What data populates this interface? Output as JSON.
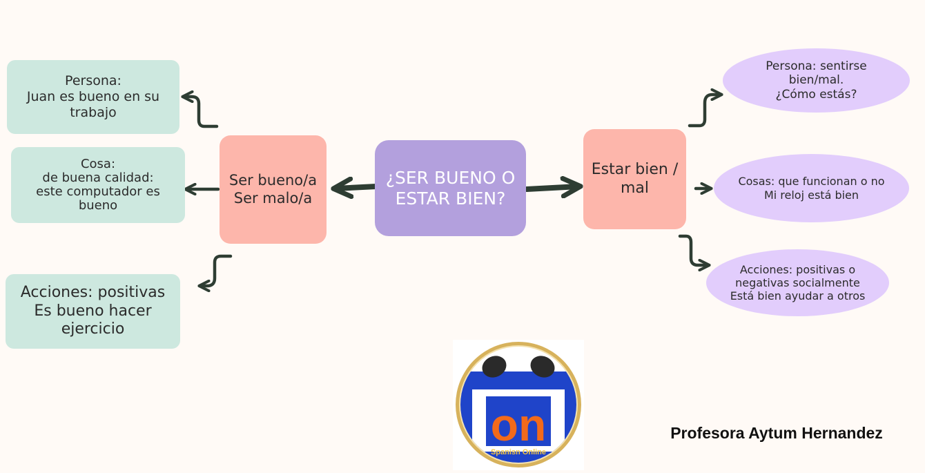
{
  "center": {
    "lines": [
      "¿SER BUENO O",
      "ESTAR BIEN?"
    ]
  },
  "ser": {
    "title_lines": [
      "Ser bueno/a",
      "Ser malo/a"
    ],
    "branches": [
      {
        "lines": [
          "Persona:",
          "Juan es bueno en su",
          "trabajo"
        ]
      },
      {
        "lines": [
          "Cosa:",
          "de buena calidad:",
          "este computador es",
          "bueno"
        ]
      },
      {
        "lines": [
          "Acciones: positivas",
          "Es bueno hacer",
          "ejercicio"
        ]
      }
    ]
  },
  "estar": {
    "title_lines": [
      "Estar bien /",
      "mal"
    ],
    "branches": [
      {
        "lines": [
          "Persona: sentirse",
          "bien/mal.",
          "¿Cómo estás?"
        ]
      },
      {
        "lines": [
          "Cosas: que funcionan o no",
          "Mi reloj está bien"
        ]
      },
      {
        "lines": [
          "Acciones: positivas o",
          "negativas socialmente",
          "Está bien ayudar a otros"
        ]
      }
    ]
  },
  "logo": {
    "text": "Spanisn Online",
    "mark": "on"
  },
  "author": "Profesora Aytum Hernandez",
  "colors": {
    "center": "#b3a0dd",
    "salmon": "#fdb6ab",
    "mint": "#cde8df",
    "lavender": "#e2cdfc",
    "arrow": "#2e3d33",
    "logo_blue": "#1f44c9",
    "logo_orange": "#f26a1b",
    "logo_gold": "#d7b25c"
  }
}
